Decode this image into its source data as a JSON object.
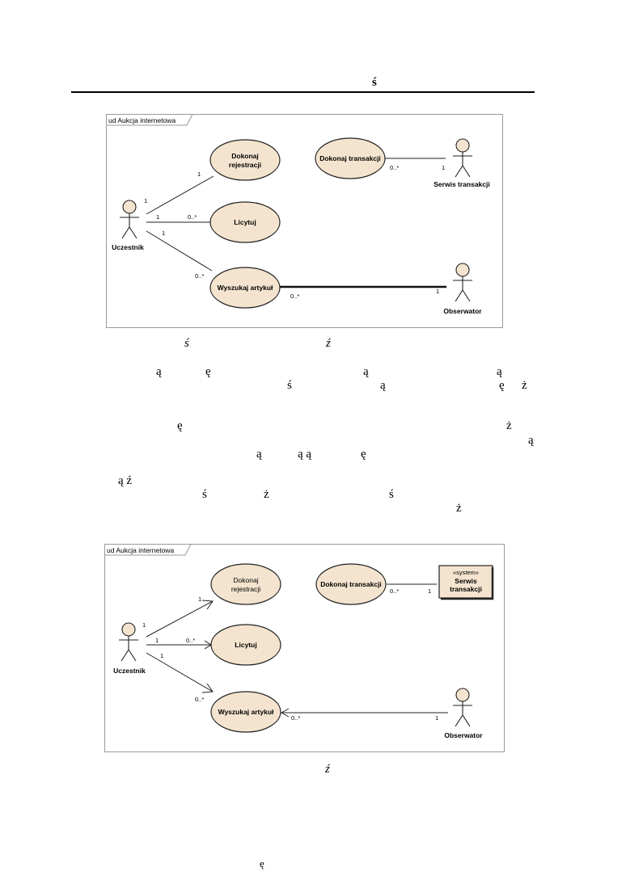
{
  "header": {
    "glyph": "ś"
  },
  "diagram1": {
    "frame_label": "ud Aukcja internetowa",
    "use_cases": [
      "Dokonaj",
      "rejestracji",
      "Licytuj",
      "Wyszukaj artykuł",
      "Dokonaj transakcji"
    ],
    "actors": [
      "Uczestnik",
      "Serwis transakcji",
      "Obserwator"
    ],
    "multiplicities": [
      "1",
      "1",
      "1",
      "0..*",
      "1",
      "0..*",
      "0..*",
      "1",
      "0..*",
      "1"
    ]
  },
  "caption1": {
    "frags": [
      "ś",
      "ź"
    ]
  },
  "body_text": {
    "line1": [
      "ą",
      "ę",
      "ą",
      "ą"
    ],
    "line2": [
      "ś",
      "ą",
      "ę",
      "ż"
    ],
    "line3": [
      "ę",
      "ż"
    ],
    "line4": [
      "ą"
    ],
    "line5": [
      "ą",
      "ą ą",
      "ę"
    ],
    "line6": [
      "ą ź"
    ],
    "line7": [
      "ś",
      "ż",
      "ś"
    ],
    "line8": [
      "ż"
    ]
  },
  "diagram2": {
    "frame_label": "ud Aukcja internetowa",
    "use_cases": [
      "Dokonaj",
      "rejestracji",
      "Licytuj",
      "Wyszukaj artykuł",
      "Dokonaj transakcji"
    ],
    "actors": [
      "Uczestnik",
      "Obserwator"
    ],
    "system": {
      "stereotype": "«system»",
      "name1": "Serwis",
      "name2": "transakcji"
    },
    "multiplicities": [
      "1",
      "1",
      "1",
      "0..*",
      "1",
      "0..*",
      "0..*",
      "1",
      "0..*",
      "1"
    ]
  },
  "caption2": {
    "frag": "ź"
  },
  "footer": {
    "glyph": "ę"
  }
}
